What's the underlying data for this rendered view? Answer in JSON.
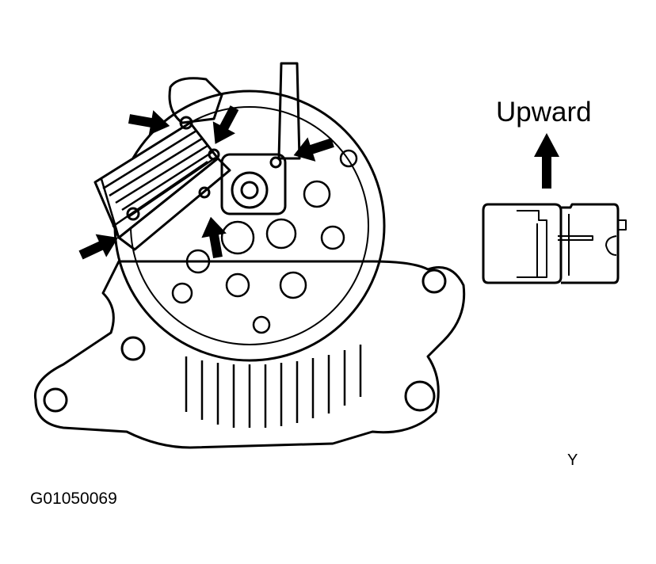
{
  "labels": {
    "direction": "Upward",
    "view": "Y",
    "figure_code": "G01050069"
  },
  "colors": {
    "line": "#000000",
    "background": "#ffffff"
  },
  "icons": [
    "up-arrow-icon",
    "pointer-arrow-icon"
  ]
}
